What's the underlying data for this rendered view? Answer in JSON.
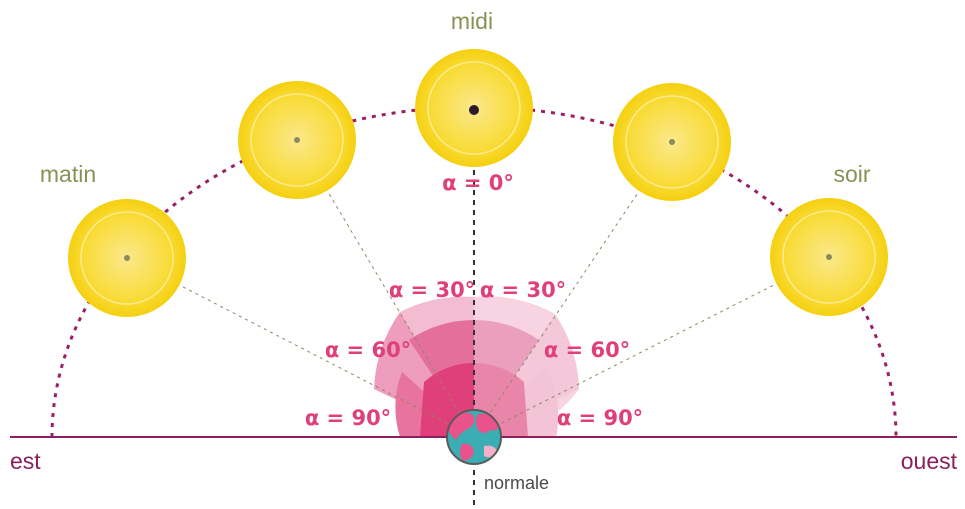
{
  "labels": {
    "midi": "midi",
    "matin": "matin",
    "soir": "soir",
    "est": "est",
    "ouest": "ouest",
    "normale": "normale"
  },
  "angles": {
    "a0": "α = 0°",
    "a30_left": "α = 30°",
    "a30_right": "α = 30°",
    "a60_left": "α = 60°",
    "a60_right": "α = 60°",
    "a90_left": "α = 90°",
    "a90_right": "α = 90°"
  },
  "colors": {
    "sun": "#f7d51e",
    "sun_inner": "#fbe77a",
    "arc": "#9c1f66",
    "ground": "#8c1f5e",
    "alpha": "#e0407a",
    "wedge_dark": "#e0407a",
    "wedge_mid": "#ea8eb0",
    "wedge_light": "#f6cadb",
    "earth_land": "#e63b7a",
    "earth_water": "#1fa3a9"
  },
  "icons": {
    "sun": "sun-icon",
    "earth": "earth-globe-icon"
  }
}
